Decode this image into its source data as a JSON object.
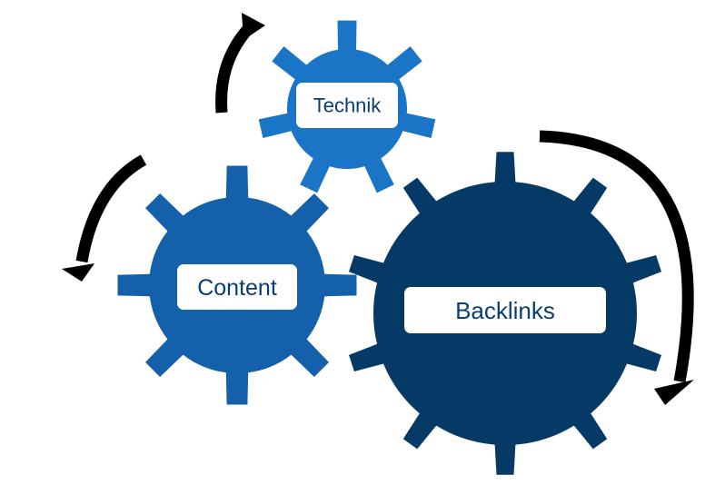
{
  "gears": [
    {
      "id": "technik",
      "label": "Technik",
      "color": "#1a75c6"
    },
    {
      "id": "content",
      "label": "Content",
      "color": "#1560aa"
    },
    {
      "id": "backlinks",
      "label": "Backlinks",
      "color": "#053a66"
    }
  ],
  "colors": {
    "label_background": "#ffffff",
    "label_text": "#0a3d73",
    "arrow": "#000000"
  },
  "icons": {
    "gear": "gear-icon",
    "arrow": "curved-arrow-icon"
  }
}
